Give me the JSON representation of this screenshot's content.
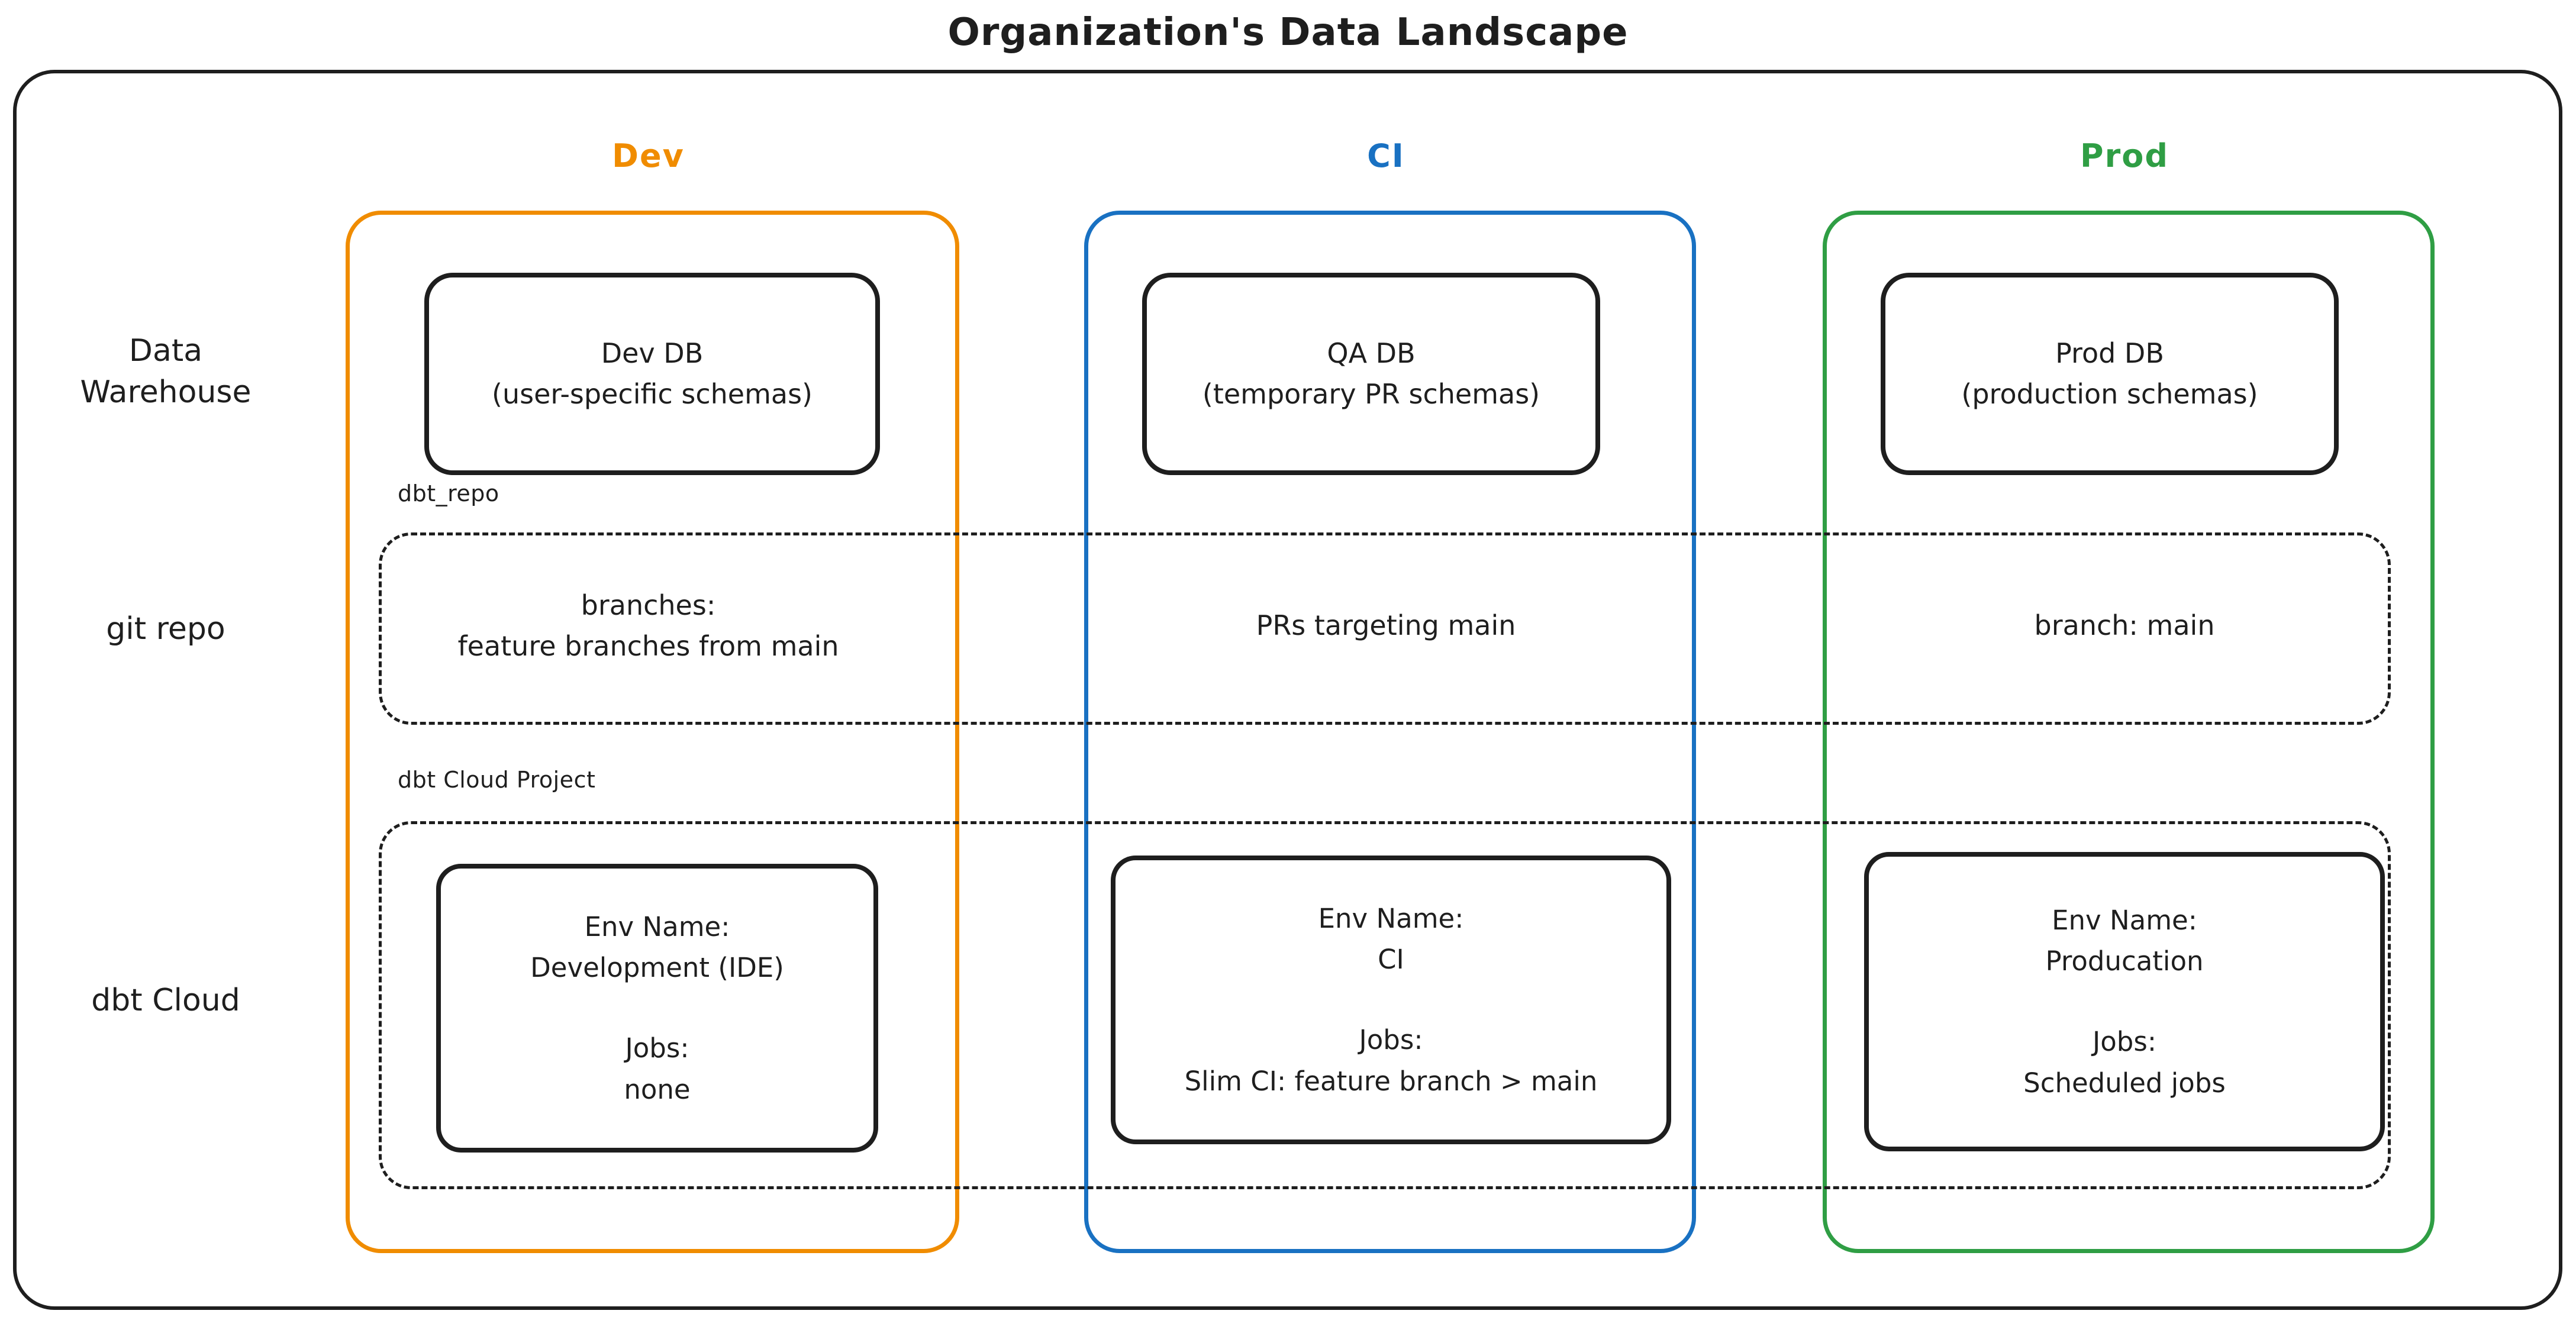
{
  "title": "Organization's Data Landscape",
  "colors": {
    "ink": "#1e1e1e",
    "dev": "#f08c00",
    "ci": "#1971c2",
    "prod": "#2f9e44"
  },
  "row_labels": {
    "warehouse_l1": "Data",
    "warehouse_l2": "Warehouse",
    "git": "git repo",
    "dbt": "dbt Cloud"
  },
  "group_labels": {
    "repo": "dbt_repo",
    "project": "dbt Cloud Project"
  },
  "columns": {
    "dev": {
      "header": "Dev",
      "db_name": "Dev DB",
      "db_detail": "(user-specific schemas)",
      "git_line1": "branches:",
      "git_line2": "feature branches from main",
      "env_label": "Env Name:",
      "env_value": "Development (IDE)",
      "jobs_label": "Jobs:",
      "jobs_value": "none"
    },
    "ci": {
      "header": "CI",
      "db_name": "QA DB",
      "db_detail": "(temporary PR schemas)",
      "git_line1": "PRs targeting main",
      "env_label": "Env Name:",
      "env_value": "CI",
      "jobs_label": "Jobs:",
      "jobs_value": "Slim CI: feature branch > main"
    },
    "prod": {
      "header": "Prod",
      "db_name": "Prod DB",
      "db_detail": "(production schemas)",
      "git_line1": "branch: main",
      "env_label": "Env Name:",
      "env_value": "Producation",
      "jobs_label": "Jobs:",
      "jobs_value": "Scheduled jobs"
    }
  }
}
